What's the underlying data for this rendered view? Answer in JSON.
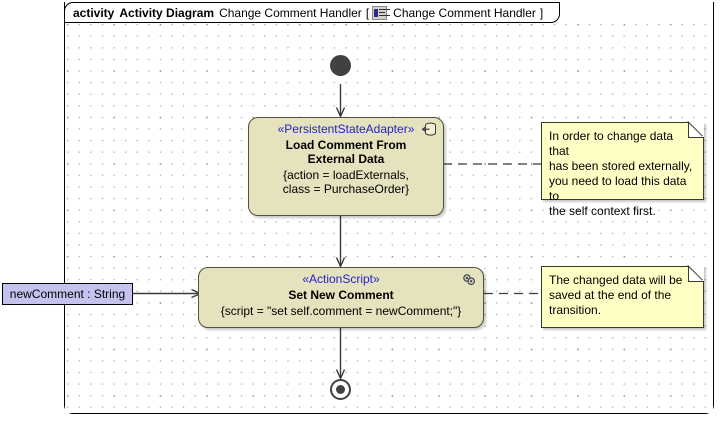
{
  "frame": {
    "keyword": "activity",
    "diagram_type": "Activity Diagram",
    "name": "Change Comment Handler",
    "bracket_open": "[",
    "bracket_close": "]",
    "tab_icon": "activity-diagram-icon",
    "tab_name": "Change Comment Handler"
  },
  "nodes": {
    "initial": {
      "name": "initial-node"
    },
    "final": {
      "name": "activity-final-node"
    },
    "load_comment": {
      "stereotype": "«PersistentStateAdapter»",
      "title_line1": "Load Comment From",
      "title_line2": "External Data",
      "props_line1": "{action = loadExternals,",
      "props_line2": "class = PurchaseOrder}",
      "icon": "external-data-adapter-icon",
      "fill": "#e5e2be",
      "stroke": "#51513d",
      "stereotype_color": "#2222cc"
    },
    "set_new_comment": {
      "stereotype": "«ActionScript»",
      "title": "Set New Comment",
      "props": "{script = \"set self.comment = newComment;\"}",
      "icon": "action-script-icon",
      "fill": "#e5e2be",
      "stroke": "#51513d",
      "stereotype_color": "#2222cc"
    }
  },
  "parameter": {
    "label": "newComment : String",
    "fill": "#c3c3ee",
    "stroke": "#000000"
  },
  "notes": [
    {
      "id": "note-load",
      "line1": "In order to change data that",
      "line2": "has been stored externally,",
      "line3": "you need to load this data to",
      "line4": "the self context first.",
      "fill": "#feffc4"
    },
    {
      "id": "note-save",
      "line1": "The changed data will be",
      "line2": "saved at the end of the",
      "line3": "transition.",
      "fill": "#feffc4"
    }
  ],
  "edges": {
    "initial_to_load": "control-flow",
    "load_to_set": "control-flow",
    "set_to_final": "control-flow",
    "param_to_set": "object-flow",
    "note_load_anchor": "note-anchor-dashed",
    "note_save_anchor": "note-anchor-dashed"
  }
}
